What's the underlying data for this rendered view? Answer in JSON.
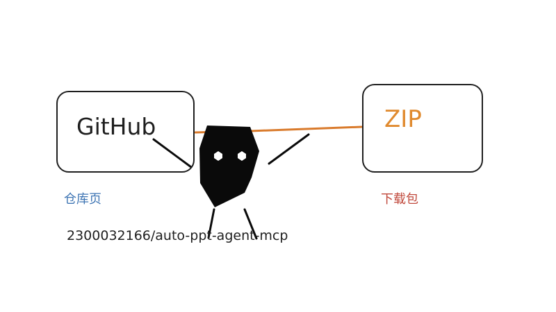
{
  "github_box": {
    "title": "GitHub",
    "caption": "仓库页",
    "caption_color": "#3d74b3"
  },
  "zip_box": {
    "title": "ZIP",
    "title_color": "#e08a2e",
    "caption": "下载包",
    "caption_color": "#c0483b"
  },
  "repo_path": "2300032166/auto-ppt-agent-mcp",
  "connector": {
    "color": "#d97a2b"
  },
  "mascot": {
    "icon": "robot-mascot-icon",
    "body_color": "#0a0a0a",
    "eye_color": "#ffffff"
  }
}
